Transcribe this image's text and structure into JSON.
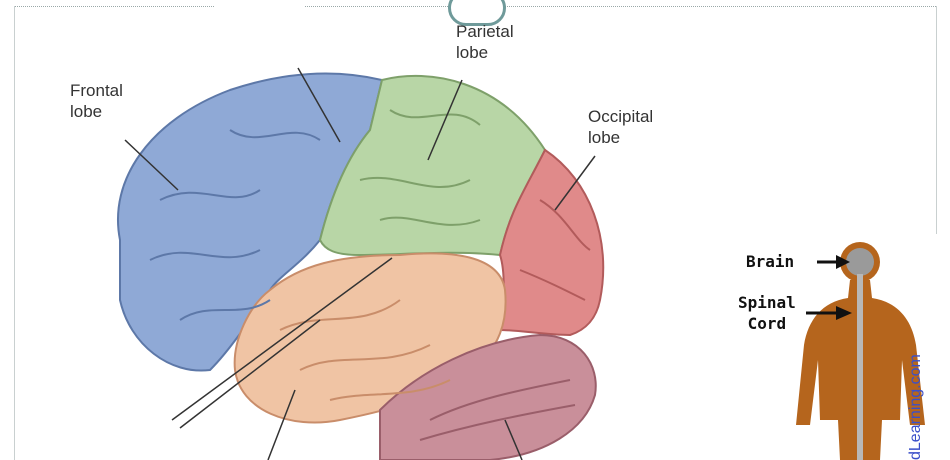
{
  "labels": {
    "frontal": "Frontal\nlobe",
    "parietal": "Parietal\nlobe",
    "occipital": "Occipital\nlobe"
  },
  "figure": {
    "brain": "Brain",
    "spinal": "Spinal\nCord",
    "watermark": "dLearning.com"
  },
  "colors": {
    "frontal": "#8fa9d6",
    "parietal": "#b8d6a6",
    "occipital": "#e08a8a",
    "temporal": "#f0c4a4",
    "cerebellum": "#c98f9a",
    "body": "#b5651d",
    "accent": "#6f9a9a"
  }
}
